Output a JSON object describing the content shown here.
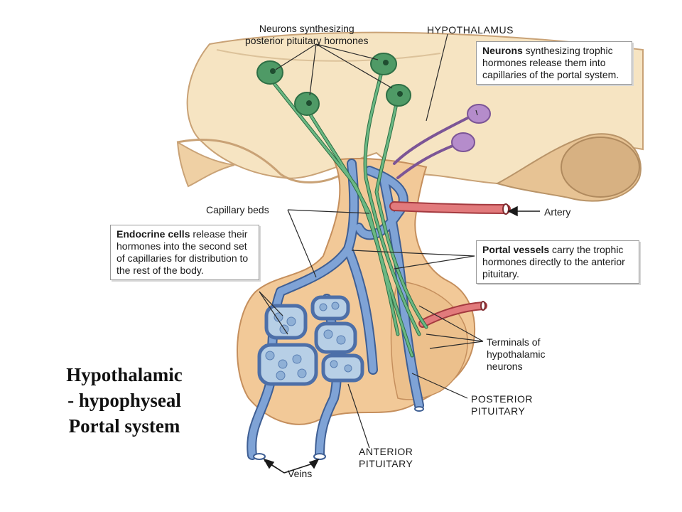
{
  "title": {
    "line1": "Hypothalamic",
    "line2": "- hypophyseal",
    "line3": "Portal system"
  },
  "labels": {
    "posterior_neurons": "Neurons synthesizing\nposterior pituitary hormones",
    "hypothalamus": "HYPOTHALAMUS",
    "capillary_beds": "Capillary beds",
    "artery": "Artery",
    "terminals": "Terminals of\nhypothalamic\nneurons",
    "posterior_pituitary": "POSTERIOR\nPITUITARY",
    "anterior_pituitary": "ANTERIOR\nPITUITARY",
    "veins": "Veins"
  },
  "callouts": {
    "trophic_neurons": {
      "bold": "Neurons",
      "text": " synthesizing trophic hormones release them into capillaries of the portal system."
    },
    "endocrine_cells": {
      "bold": "Endocrine cells",
      "text": " release their hormones into the second set of capillaries for distribution to the rest of the body."
    },
    "portal_vessels": {
      "bold": "Portal vessels",
      "text": " carry the trophic hormones directly to the anterior pituitary."
    }
  },
  "colors": {
    "brain_tissue": "#f3dcb6",
    "pituitary_tissue": "#f2c998",
    "vein_blue": "#6f93c9",
    "artery_red": "#d8575b",
    "neuron_green": "#4f9a66",
    "neuron_purple": "#a981bf",
    "cell_blue": "#b7cfe6"
  }
}
